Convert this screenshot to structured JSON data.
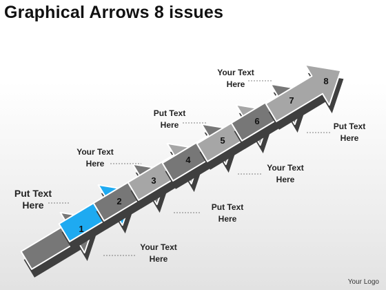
{
  "title": "Graphical Arrows 8 issues",
  "footer": "Your Logo",
  "colors": {
    "arrow_dark": "#777777",
    "arrow_light": "#a6a6a6",
    "arrow_highlight": "#1eaaf1",
    "arrow_outline": "#ffffff",
    "side_face": "#3f3f3f"
  },
  "highlighted_step": 2,
  "steps": [
    {
      "number": "1",
      "label": [
        "Your Text",
        "Here"
      ]
    },
    {
      "number": "2",
      "label": [
        "Put Text",
        "Here"
      ]
    },
    {
      "number": "3",
      "label": [
        "Put Text",
        "Here"
      ]
    },
    {
      "number": "4",
      "label": [
        "Your Text",
        "Here"
      ]
    },
    {
      "number": "5",
      "label": [
        "Your Text",
        "Here"
      ]
    },
    {
      "number": "6",
      "label": [
        "Put Text",
        "Here"
      ]
    },
    {
      "number": "7",
      "label": [
        "Put Text",
        "Here"
      ]
    },
    {
      "number": "8",
      "label": [
        "Your Text",
        "Here"
      ]
    }
  ]
}
